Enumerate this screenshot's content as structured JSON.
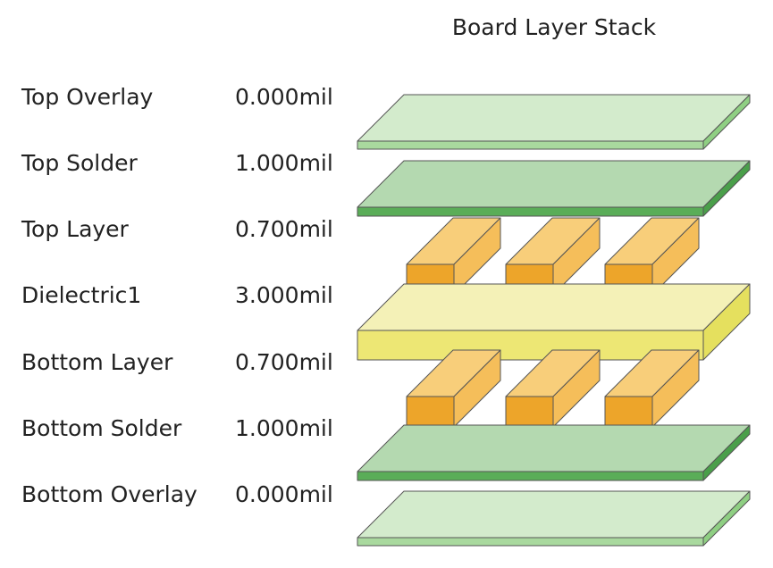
{
  "title": "Board Layer Stack",
  "colors": {
    "overlay_top": "#d3ebcc",
    "overlay_front": "#a9d99e",
    "overlay_side": "#8fcf83",
    "solder_top": "#b4d9b0",
    "solder_front": "#5aad58",
    "solder_side": "#4a9f4a",
    "dielectric_top": "#f4f1b7",
    "dielectric_front": "#ede774",
    "dielectric_side": "#e5e05e",
    "copper_top": "#f8ce7a",
    "copper_front": "#eda52a",
    "copper_side": "#f5be5a",
    "outline": "#555555"
  },
  "layers": [
    {
      "name": "Top Overlay",
      "thickness": "0.000mil",
      "kind": "overlay"
    },
    {
      "name": "Top Solder",
      "thickness": "1.000mil",
      "kind": "solder"
    },
    {
      "name": "Top Layer",
      "thickness": "0.700mil",
      "kind": "copper"
    },
    {
      "name": "Dielectric1",
      "thickness": "3.000mil",
      "kind": "dielectric"
    },
    {
      "name": "Bottom Layer",
      "thickness": "0.700mil",
      "kind": "copper"
    },
    {
      "name": "Bottom Solder",
      "thickness": "1.000mil",
      "kind": "solder"
    },
    {
      "name": "Bottom Overlay",
      "thickness": "0.000mil",
      "kind": "overlay"
    }
  ]
}
